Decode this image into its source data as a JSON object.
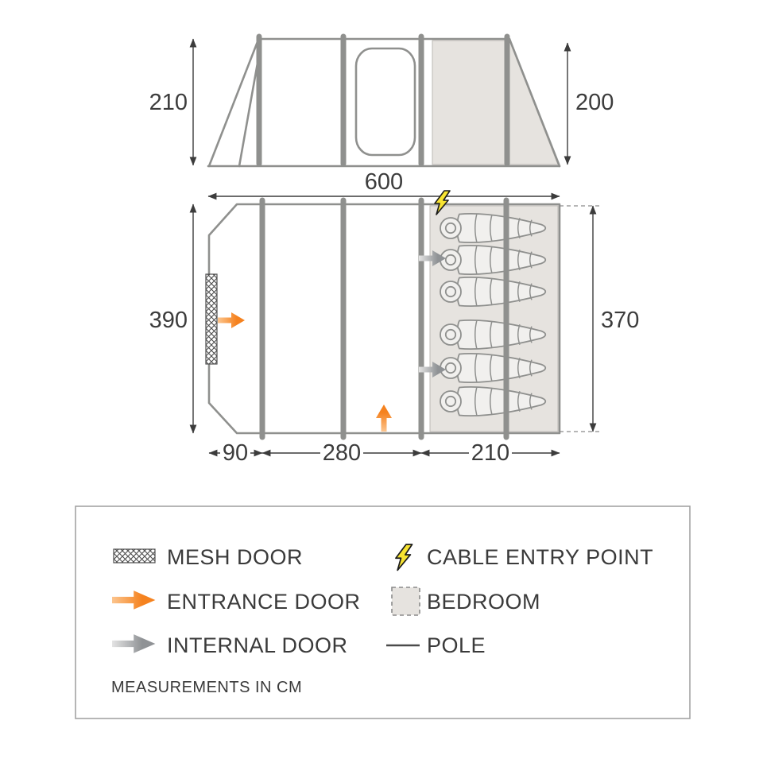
{
  "dimensions": {
    "elevation_left_height": "210",
    "elevation_right_height": "200",
    "total_width": "600",
    "plan_depth_left": "390",
    "bedroom_depth": "370",
    "segment_porch": "90",
    "segment_living": "280",
    "segment_bedroom": "210"
  },
  "legend": {
    "mesh_door": "MESH DOOR",
    "cable_entry_point": "CABLE ENTRY POINT",
    "entrance_door": "ENTRANCE DOOR",
    "bedroom": "BEDROOM",
    "internal_door": "INTERNAL DOOR",
    "pole": "POLE",
    "note": "MEASUREMENTS IN CM"
  },
  "colors": {
    "orange": "#f5821f",
    "orange_light": "#fcc58e",
    "arrow_gray": "#8f9295",
    "arrow_gray_light": "#e4e4e4",
    "bedroom_fill": "#e6e3df",
    "bag_fill": "#f1f0ee",
    "outline_gray": "#8f908e",
    "dim_gray": "#3c3c3c",
    "legend_text": "#3a3a3a",
    "lightning_yellow": "#f8e431",
    "lightning_outline": "#1d1d1b",
    "legend_border": "#a3a3a3"
  }
}
